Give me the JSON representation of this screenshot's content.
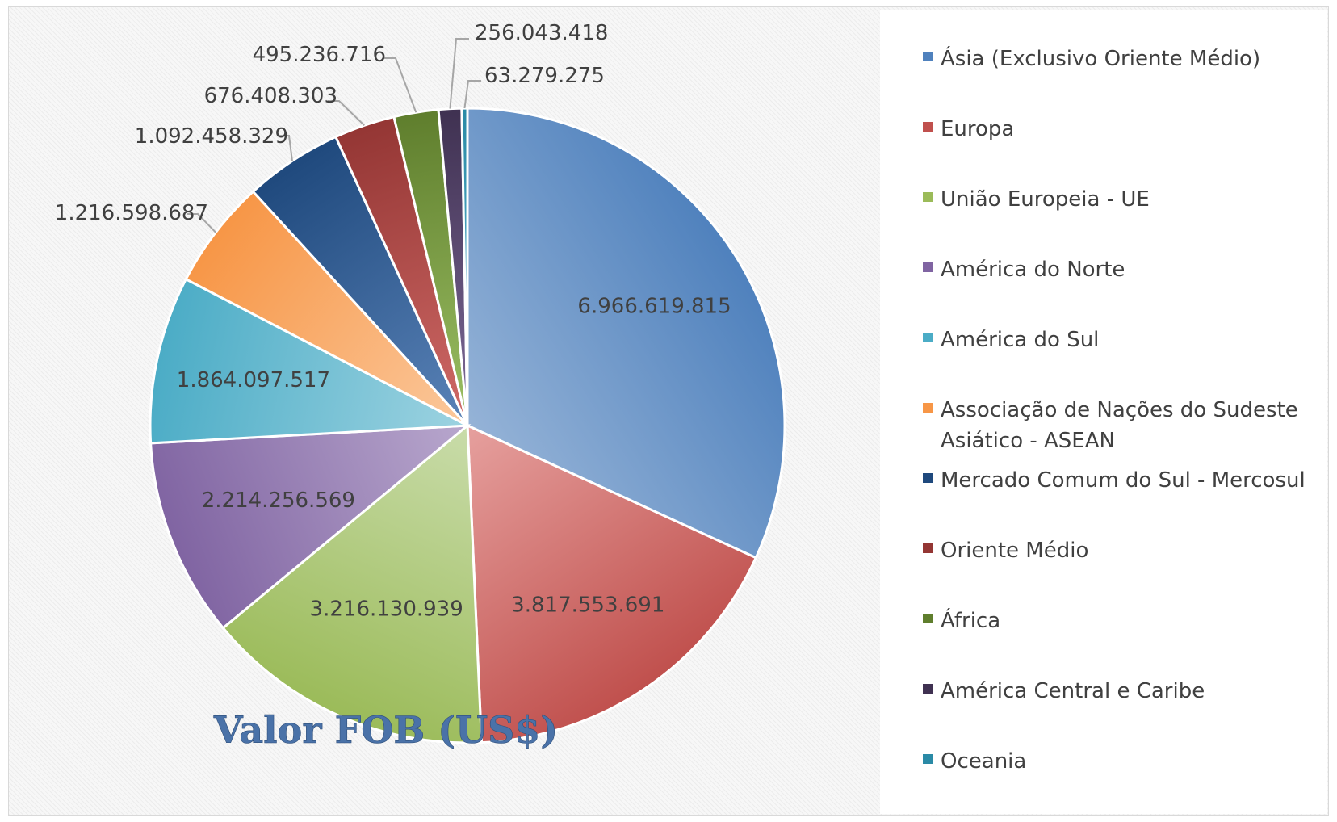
{
  "chart_data": {
    "type": "pie",
    "title": "Valor FOB (US$)",
    "legend_position": "right",
    "slices": [
      {
        "name": "Ásia (Exclusivo Oriente Médio)",
        "value": 6966619815,
        "label": "6.966.619.815",
        "color": "#4f81bd",
        "light": "#95b3d7"
      },
      {
        "name": "Europa",
        "value": 3817553691,
        "label": "3.817.553.691",
        "color": "#c0504d",
        "light": "#e6a09e"
      },
      {
        "name": "União Europeia - UE",
        "value": 3216130939,
        "label": "3.216.130.939",
        "color": "#9bbb59",
        "light": "#c9dcaa"
      },
      {
        "name": "América do Norte",
        "value": 2214256569,
        "label": "2.214.256.569",
        "color": "#8064a2",
        "light": "#b8a7cd"
      },
      {
        "name": "América do Sul",
        "value": 1864097517,
        "label": "1.864.097.517",
        "color": "#4bacc6",
        "light": "#9dd3e1"
      },
      {
        "name": "Associação de Nações do Sudeste Asiático - ASEAN",
        "legend_lines": [
          "Associação de Nações do Sudeste",
          "Asiático - ASEAN"
        ],
        "value": 1216598687,
        "label": "1.216.598.687",
        "color": "#f79646",
        "light": "#fbc89c"
      },
      {
        "name": "Mercado Comum do Sul - Mercosul",
        "value": 1092458329,
        "label": "1.092.458.329",
        "color": "#1f497d",
        "light": "#5a83b8"
      },
      {
        "name": "Oriente Médio",
        "value": 676408303,
        "label": "676.408.303",
        "color": "#943634",
        "light": "#d06a67"
      },
      {
        "name": "África",
        "value": 495236716,
        "label": "495.236.716",
        "color": "#5f7e2d",
        "light": "#9cc064"
      },
      {
        "name": "América Central e Caribe",
        "value": 256043418,
        "label": "256.043.418",
        "color": "#3f3151",
        "light": "#7f6a99"
      },
      {
        "name": "Oceania",
        "value": 63279275,
        "label": "63.279.275",
        "color": "#2a8aa6",
        "light": "#6cc0d8"
      }
    ]
  }
}
